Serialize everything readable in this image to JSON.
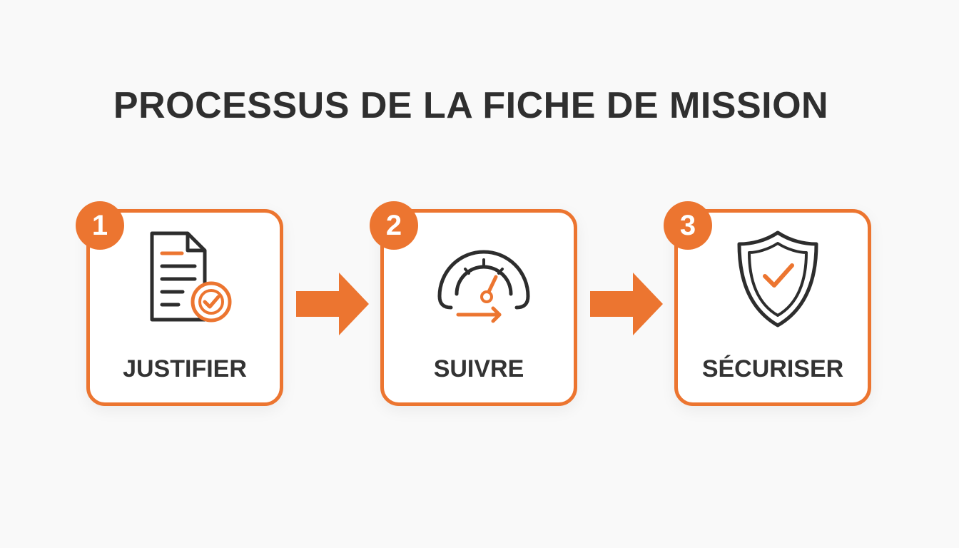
{
  "title": "PROCESSUS DE LA FICHE DE MISSION",
  "accent_color": "#ec7530",
  "steps": [
    {
      "number": "1",
      "label": "JUSTIFIER",
      "icon": "document-check-icon"
    },
    {
      "number": "2",
      "label": "SUIVRE",
      "icon": "speedometer-icon"
    },
    {
      "number": "3",
      "label": "SÉCURISER",
      "icon": "shield-check-icon"
    }
  ]
}
